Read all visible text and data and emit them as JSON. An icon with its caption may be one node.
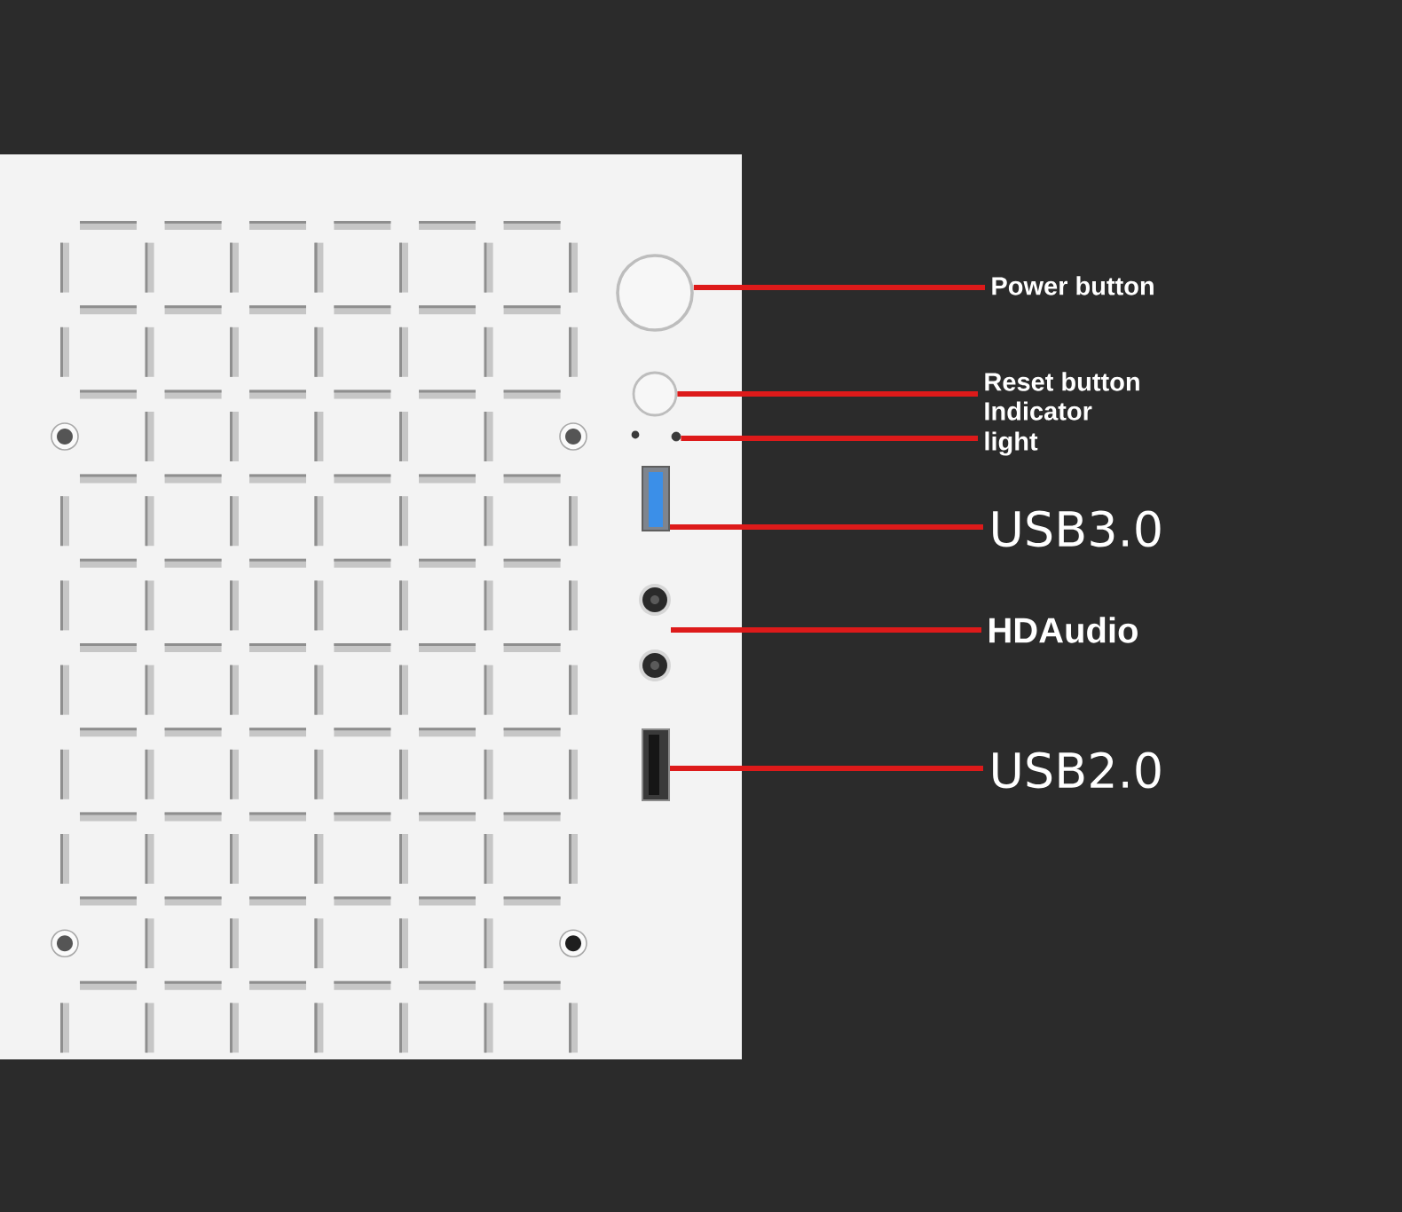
{
  "diagram": {
    "nodes": [
      {
        "text": [],
        "shape": "circle"
      },
      {
        "text": [
          "Power button"
        ]
      },
      {
        "text": [],
        "shape": "circle"
      },
      {
        "text": [
          "Reset button"
        ]
      },
      {
        "text": [],
        "shape": "circle"
      },
      {
        "text": [
          "Indicator light"
        ]
      },
      {
        "text": [],
        "shape": "box"
      },
      {
        "text": [
          "USB3.0"
        ]
      },
      {
        "text": [
          "HDAudio"
        ]
      },
      {
        "text": [],
        "shape": "box"
      },
      {
        "text": [
          "USB2.0"
        ]
      }
    ],
    "edges": [
      {
        "from": 1,
        "to": 0,
        "arrow": "none"
      },
      {
        "from": 3,
        "to": 2,
        "arrow": "none"
      },
      {
        "from": 5,
        "to": 4,
        "arrow": "none"
      },
      {
        "from": 7,
        "to": 6,
        "arrow": "none"
      },
      {
        "from": 8,
        "to": null,
        "arrow": "none"
      },
      {
        "from": 10,
        "to": 9,
        "arrow": "none"
      }
    ]
  }
}
